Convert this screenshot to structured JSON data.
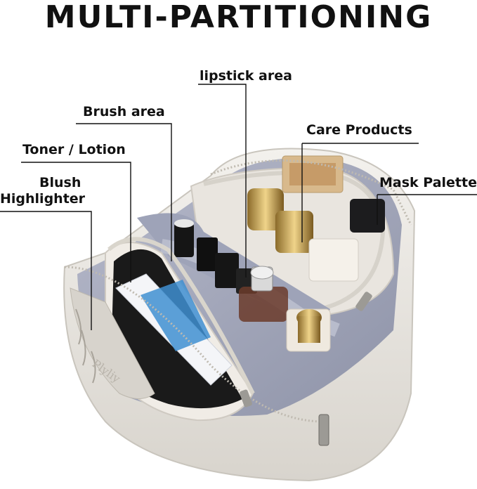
{
  "title": "MULTI-PARTITIONING",
  "labels": {
    "lipstick": "lipstick area",
    "brush": "Brush area",
    "care": "Care Products",
    "toner": "Toner / Lotion",
    "mask": "Mask Palette",
    "blush": "Blush",
    "highlighter": "Highlighter"
  },
  "colors": {
    "bag": "#ece9e4",
    "lining": "#a7abbd",
    "zipper": "#d9d6cf",
    "leader": "#111111"
  }
}
